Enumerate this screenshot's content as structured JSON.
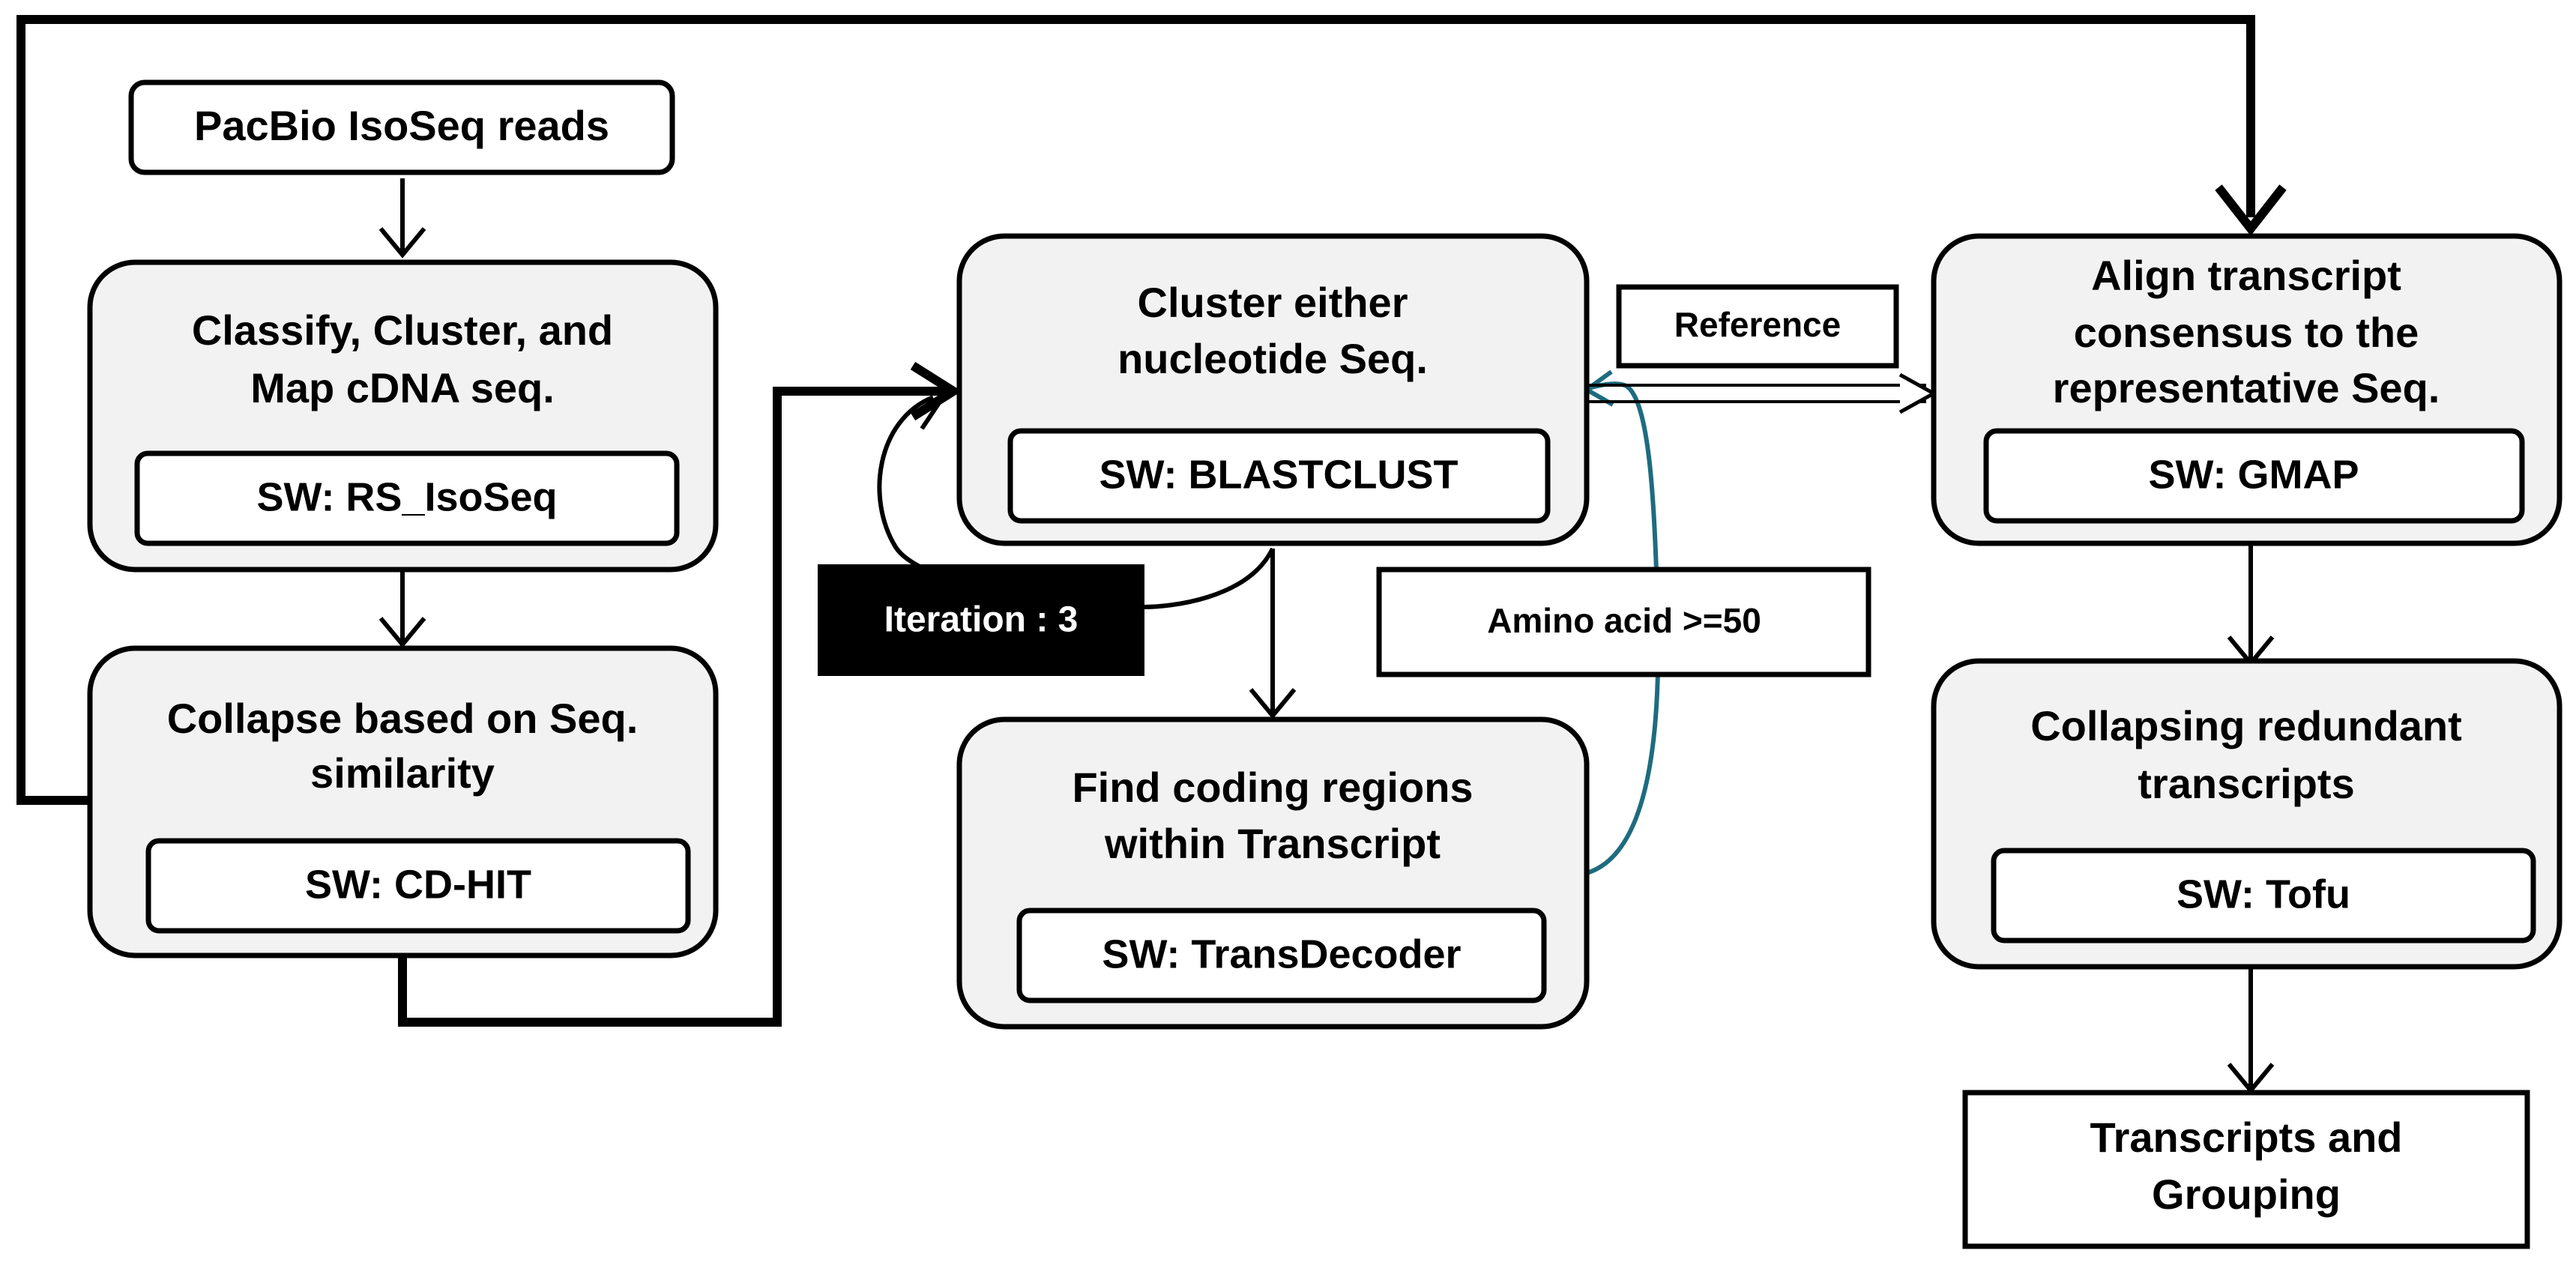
{
  "colors": {
    "box_fill": "#f2f2f2",
    "inner_fill": "#ffffff",
    "stroke": "#000000",
    "iteration_fill": "#000000",
    "iteration_text": "#ffffff",
    "teal_connector": "#1e6b80"
  },
  "input": {
    "label": "PacBio IsoSeq reads"
  },
  "step_classify": {
    "line1": "Classify, Cluster, and",
    "line2": "Map cDNA seq.",
    "sw": "SW: RS_IsoSeq"
  },
  "step_collapse": {
    "line1": "Collapse based on Seq.",
    "line2": "similarity",
    "sw": "SW: CD-HIT"
  },
  "step_cluster": {
    "line1": "Cluster either",
    "line2": "nucleotide Seq.",
    "sw": "SW: BLASTCLUST"
  },
  "step_coding": {
    "line1": "Find coding regions",
    "line2": "within Transcript",
    "sw": "SW: TransDecoder"
  },
  "step_align": {
    "line1": "Align transcript",
    "line2": "consensus to the",
    "line3": "representative  Seq.",
    "sw": "SW: GMAP"
  },
  "step_collapsing": {
    "line1": "Collapsing redundant",
    "line2": "transcripts",
    "sw": "SW: Tofu"
  },
  "output": {
    "line1": "Transcripts and",
    "line2": "Grouping"
  },
  "labels": {
    "iteration": "Iteration : 3",
    "reference": "Reference",
    "amino_acid": "Amino acid  >=50"
  }
}
